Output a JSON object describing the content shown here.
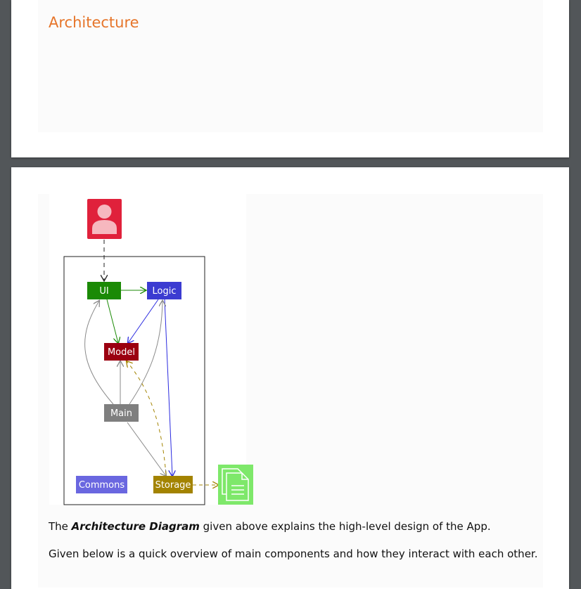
{
  "section": {
    "heading": "Architecture"
  },
  "diagram": {
    "nodes": {
      "ui": "UI",
      "logic": "Logic",
      "model": "Model",
      "main": "Main",
      "commons": "Commons",
      "storage": "Storage"
    },
    "icons": [
      "user-icon",
      "data-file-icon"
    ],
    "colors": {
      "user": "#e0213b",
      "ui": "#1b8a05",
      "logic": "#3b3bd1",
      "model": "#9b0010",
      "main": "#7f7f7f",
      "commons": "#6a67e0",
      "storage": "#a38300",
      "file": "#7ee86a"
    }
  },
  "text": {
    "p1_pre": "The ",
    "p1_emph": "Architecture Diagram",
    "p1_post": " given above explains the high-level design of the App.",
    "p2": "Given below is a quick overview of main components and how they interact with each other."
  }
}
